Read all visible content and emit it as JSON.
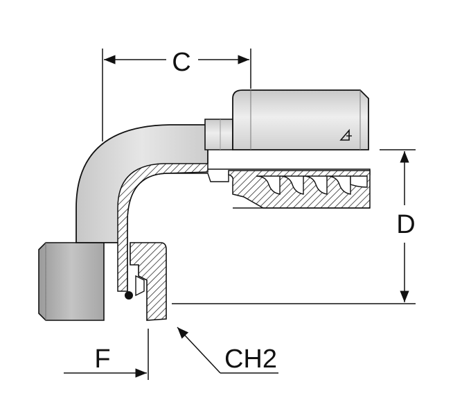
{
  "drawing": {
    "labels": {
      "c": "C",
      "d": "D",
      "f": "F",
      "ch2": "CH2"
    },
    "logo_icon": "manufacturer-logo-icon",
    "colors": {
      "background": "#ffffff",
      "outline": "#111111",
      "body_fill": "#d6d6d6",
      "body_highlight": "#ececec",
      "section_fill": "#ffffff",
      "hatch": "#2a2a2a",
      "nut_fill": "#a9a9a9"
    }
  }
}
